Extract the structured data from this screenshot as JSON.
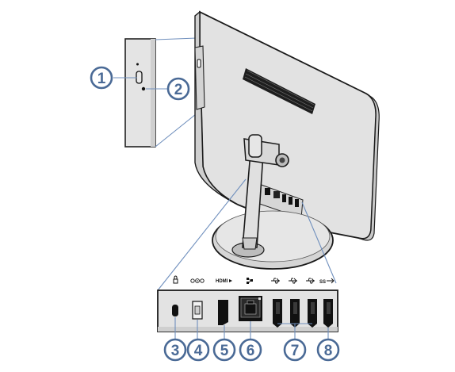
{
  "figure": {
    "callouts": [
      "1",
      "2",
      "3",
      "4",
      "5",
      "6",
      "7",
      "8"
    ],
    "port_labels": {
      "hdmi": "HDMI",
      "usb3": "SS"
    },
    "icons": [
      "power-button-icon",
      "kensington-lock-icon",
      "power-connector-icon",
      "hdmi-out-icon",
      "ethernet-icon",
      "usb-icon",
      "usb-3-icon"
    ],
    "colors": {
      "callout": "#4a6a96",
      "leader": "#6f8fbd",
      "body": "#e3e3e3",
      "outline": "#1a1a1a"
    }
  }
}
